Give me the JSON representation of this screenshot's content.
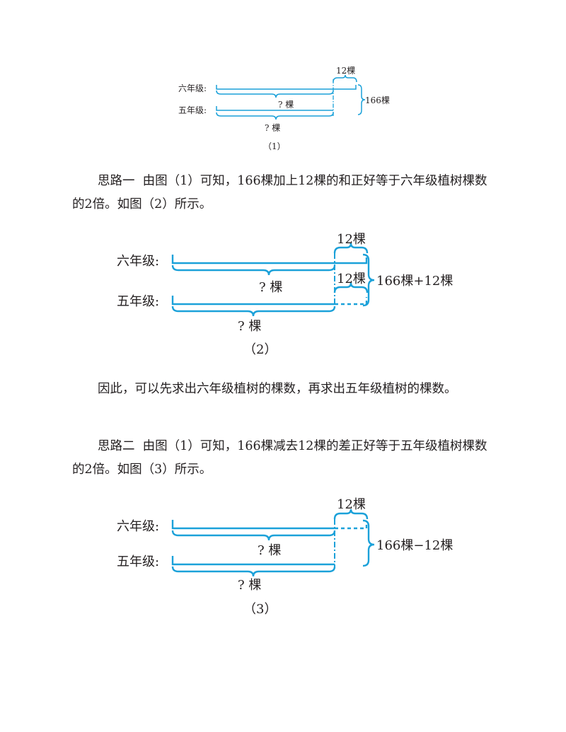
{
  "figure1": {
    "row1_label": "六年级:",
    "row2_label": "五年级:",
    "top_brace_label": "12棵",
    "right_brace_label": "166棵",
    "inner_brace_label": "? 棵",
    "lower_brace_label": "? 棵",
    "caption": "（1）"
  },
  "paragraph1": {
    "lead": "思路一",
    "text": "由图（1）可知，166棵加上12棵的和正好等于六年级植树棵数的2倍。如图（2）所示。"
  },
  "figure2": {
    "row1_label": "六年级:",
    "row2_label": "五年级:",
    "top_brace_label": "12棵",
    "middle_brace_label": "12棵",
    "right_brace_label": "166棵+12棵",
    "inner_brace_label": "? 棵",
    "lower_brace_label": "? 棵",
    "caption": "（2）"
  },
  "paragraph2": {
    "text": "因此，可以先求出六年级植树的棵数，再求出五年级植树的棵数。"
  },
  "paragraph3": {
    "lead": "思路二",
    "text": "由图（1）可知，166棵减去12棵的差正好等于五年级植树棵数的2倍。如图（3）所示。"
  },
  "figure3": {
    "row1_label": "六年级:",
    "row2_label": "五年级:",
    "top_brace_label": "12棵",
    "right_brace_label": "166棵−12棵",
    "inner_brace_label": "? 棵",
    "lower_brace_label": "? 棵",
    "caption": "（3）"
  }
}
